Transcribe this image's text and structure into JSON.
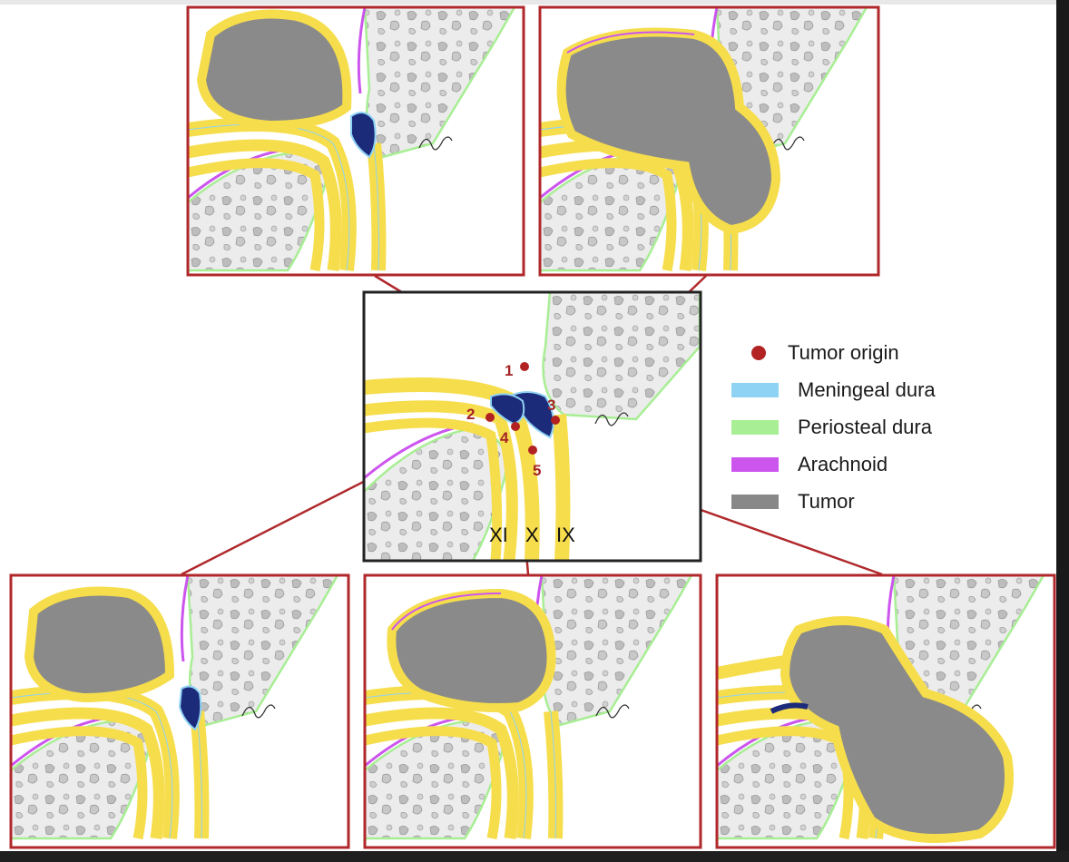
{
  "legend": [
    {
      "label": "Tumor origin",
      "color": "#b22222",
      "shape": "dot"
    },
    {
      "label": "Meningeal dura",
      "color": "#8fd3f4",
      "shape": "bar"
    },
    {
      "label": "Periosteal dura",
      "color": "#a8ee94",
      "shape": "bar"
    },
    {
      "label": "Arachnoid",
      "color": "#cc55ee",
      "shape": "bar"
    },
    {
      "label": "Tumor",
      "color": "#888888",
      "shape": "bar"
    }
  ],
  "origins": [
    "1",
    "2",
    "3",
    "4",
    "5"
  ],
  "nerves": [
    "XI",
    "X",
    "IX"
  ],
  "colors": {
    "frame": "#b0282b",
    "nerve": "#f6dd4c",
    "tumor": "#8a8a8a",
    "vein": "#1c2a7a",
    "bone": "#d9d9d9"
  }
}
